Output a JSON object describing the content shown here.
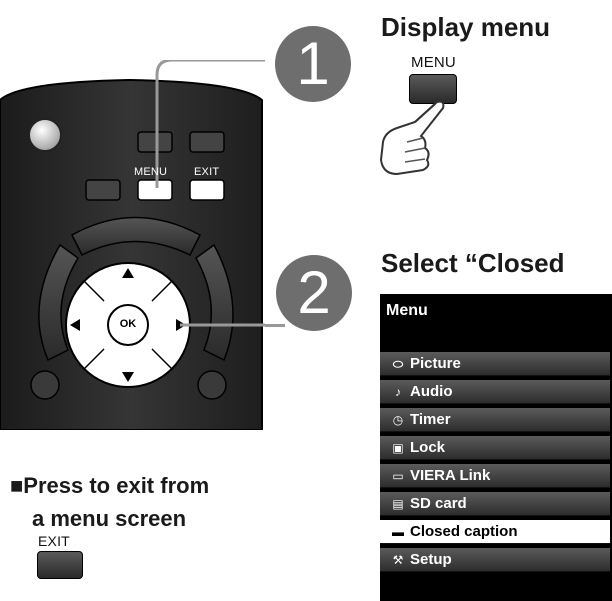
{
  "step1": {
    "number": "1",
    "heading": "Display menu",
    "key_label": "MENU"
  },
  "step2": {
    "number": "2",
    "heading": "Select “Closed"
  },
  "remote": {
    "menu_label": "MENU",
    "exit_label": "EXIT",
    "ok_label": "OK"
  },
  "exit_note": {
    "line1": "■Press to exit from",
    "line2": "a menu screen",
    "key_label": "EXIT"
  },
  "menu": {
    "title": "Menu",
    "selected_index": 6,
    "items": [
      {
        "icon": "picture-icon",
        "glyph": "⬭",
        "label": "Picture"
      },
      {
        "icon": "audio-icon",
        "glyph": "♪",
        "label": "Audio"
      },
      {
        "icon": "timer-icon",
        "glyph": "◷",
        "label": "Timer"
      },
      {
        "icon": "lock-icon",
        "glyph": "▣",
        "label": "Lock"
      },
      {
        "icon": "viera-link-icon",
        "glyph": "▭",
        "label": "VIERA Link"
      },
      {
        "icon": "sd-card-icon",
        "glyph": "▤",
        "label": "SD card"
      },
      {
        "icon": "closed-caption-icon",
        "glyph": "▬",
        "label": "Closed caption"
      },
      {
        "icon": "setup-icon",
        "glyph": "⚒",
        "label": "Setup"
      }
    ]
  },
  "colors": {
    "badge": "#6e6e6e",
    "remote_body": "#2c2c2c",
    "menu_bg": "#000000",
    "menu_selected": "#ffffff"
  }
}
